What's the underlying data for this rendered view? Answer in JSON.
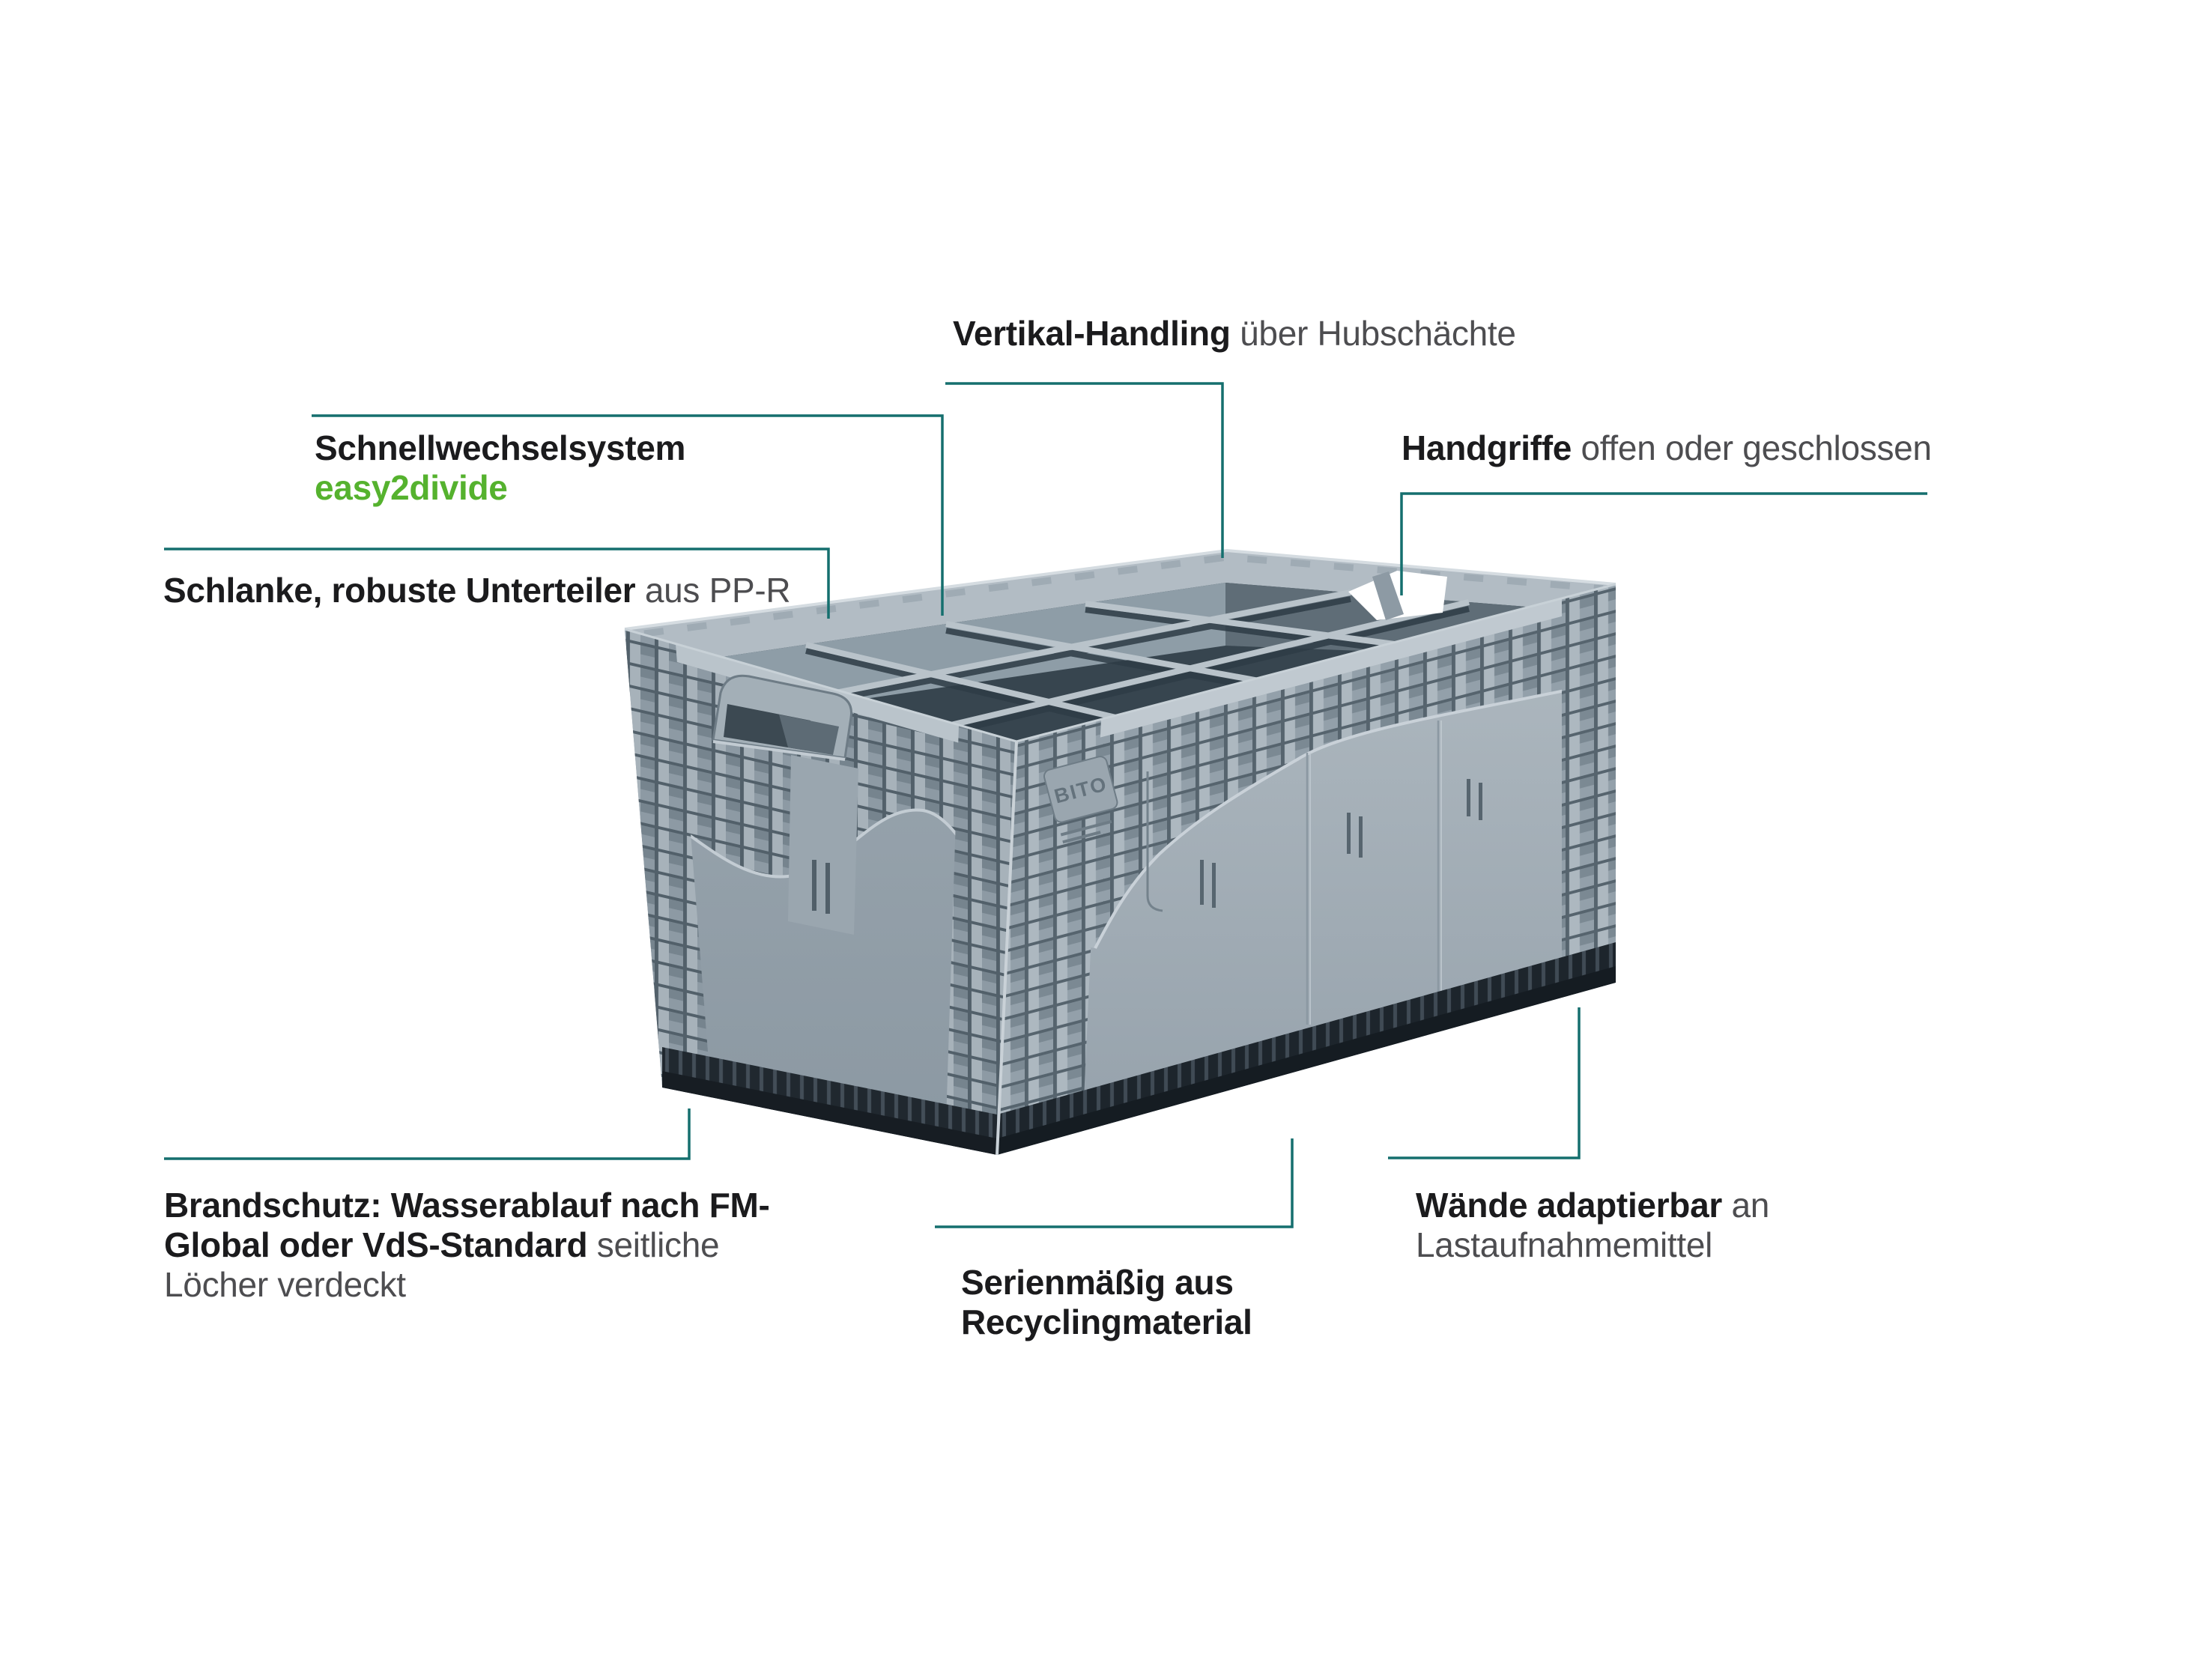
{
  "colors": {
    "accent": "#156f6e",
    "highlight_green": "#55b22e",
    "text_bold": "#1b1b1d",
    "text_regular": "#4d4d50",
    "box_rim_light": "#b2bcc4",
    "box_face_left": "#94a1ab",
    "box_face_right": "#a7b1b9",
    "box_interior_dark": "#37454f",
    "box_base_dark": "#20282f",
    "background": "#ffffff"
  },
  "annotations": {
    "vertikal": {
      "bold": "Vertikal-Handling",
      "regular": " über Hubschächte"
    },
    "schnellwechsel": {
      "bold": "Schnellwechselsystem",
      "green": "easy2divide"
    },
    "schlanke": {
      "bold": "Schlanke, robuste Unterteiler",
      "regular": " aus PP-R"
    },
    "handgriffe": {
      "bold": "Handgriffe",
      "regular": " offen oder geschlossen"
    },
    "brandschutz": {
      "line1_bold": "Brandschutz: Wasserablauf nach FM-",
      "line2_bold": "Global oder VdS-Standard",
      "line2_regular": " seitliche",
      "line3_regular": "Löcher verdeckt"
    },
    "serienmaessig": {
      "line1_bold": "Serienmäßig aus",
      "line2_bold": "Recyclingmaterial"
    },
    "waende": {
      "line1_bold": "Wände adaptierbar",
      "line1_regular": " an",
      "line2_regular": "Lastaufnahmemittel"
    }
  },
  "product": {
    "brand_embossed": "BITO"
  }
}
